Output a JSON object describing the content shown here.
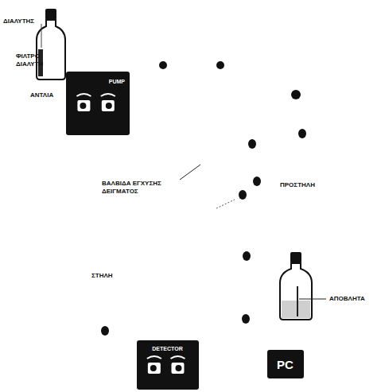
{
  "diagram": {
    "nodes": [
      {
        "text": [
          "PUMP"
        ]
      },
      {
        "text": [
          "DETECTOR"
        ]
      },
      {
        "text": [
          "PC"
        ]
      }
    ],
    "labels": [
      "ΔΙΑΛΥΤΗΣ",
      "ΦΙΛΤΡΟ ΔΙΑΛΥΤΗ",
      "ΑΝΤΛΙΑ",
      "ΒΑΛΒΙΔΑ ΕΓΧΥΣΗΣ ΔΕΙΓΜΑΤΟΣ",
      "ΠΡΟΣΤΗΛΗ",
      "ΣΤΗΛΗ",
      "ΑΠΟΒΛΗΤΑ"
    ]
  }
}
